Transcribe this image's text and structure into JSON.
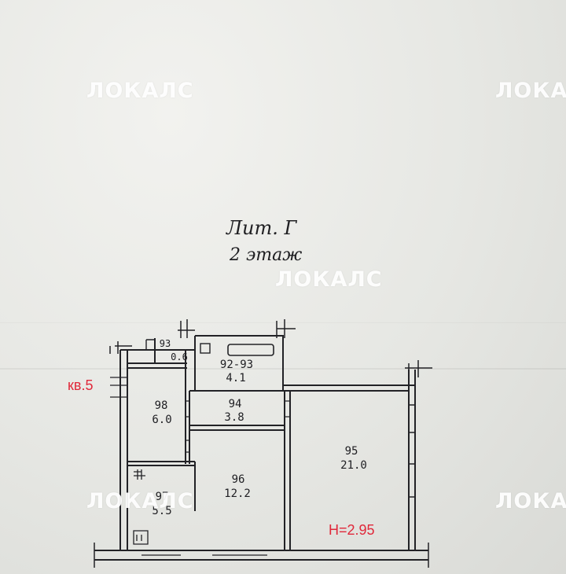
{
  "watermark": {
    "text": "ЛОКАЛС",
    "color": "#ffffff"
  },
  "title": {
    "line1": "Лит. Г",
    "line2": "2 этаж"
  },
  "apartment_label": "кв.5",
  "ceiling_height": "Н=2.95",
  "accent_color": "#e0283a",
  "rooms": [
    {
      "number": "93",
      "area": "0.6"
    },
    {
      "number": "92-93",
      "area": "4.1"
    },
    {
      "number": "98",
      "area": "6.0"
    },
    {
      "number": "94",
      "area": "3.8"
    },
    {
      "number": "95",
      "area": "21.0"
    },
    {
      "number": "96",
      "area": "12.2"
    },
    {
      "number": "97",
      "area": "5.5"
    }
  ]
}
